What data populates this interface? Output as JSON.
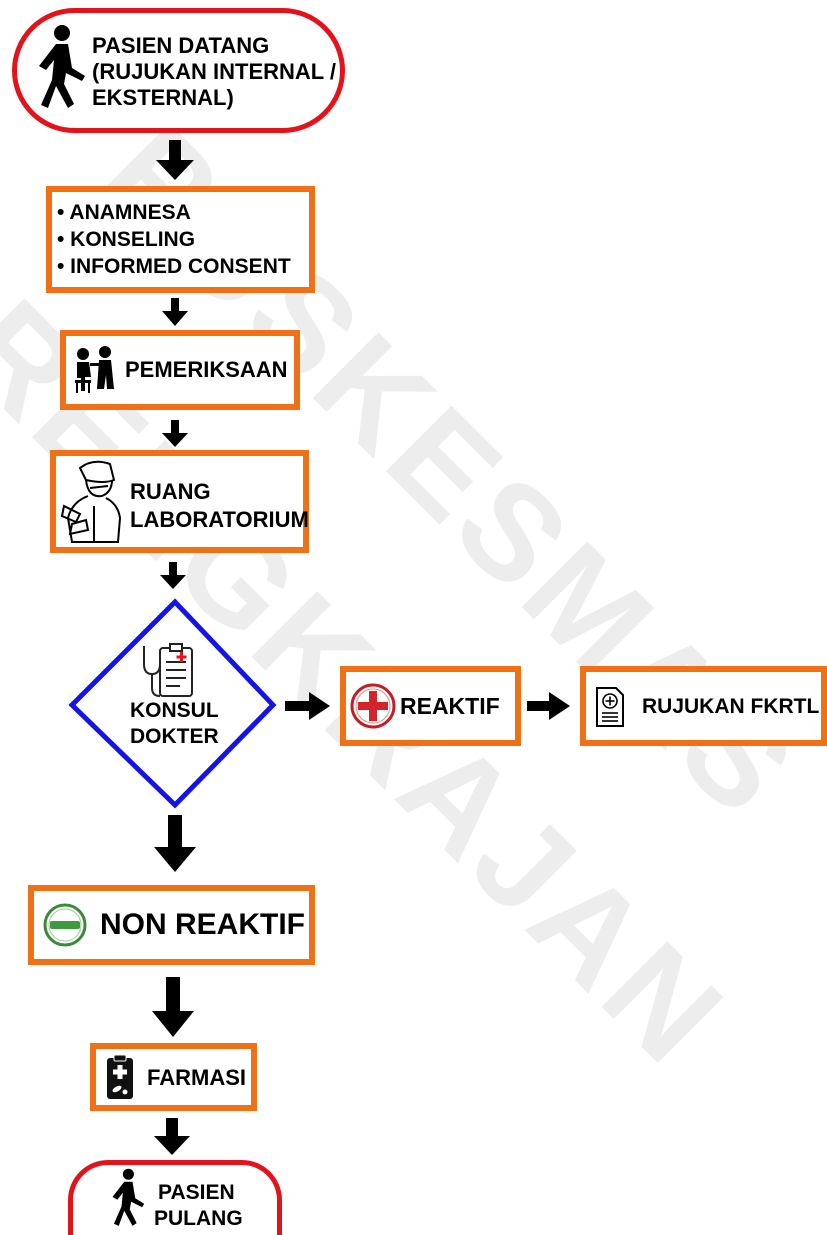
{
  "watermark": {
    "line1": "PUSKESMAS",
    "line2": "RENGKRAJAN"
  },
  "nodes": {
    "start": {
      "line1": "PASIEN DATANG",
      "line2": "(RUJUKAN INTERNAL /",
      "line3": "EKSTERNAL)"
    },
    "anamnesa": {
      "items": [
        "• ANAMNESA",
        "• KONSELING",
        "• INFORMED CONSENT"
      ]
    },
    "pemeriksaan": {
      "label": "PEMERIKSAAN"
    },
    "lab": {
      "line1": "RUANG",
      "line2": "LABORATORIUM"
    },
    "konsul": {
      "line1": "KONSUL",
      "line2": "DOKTER"
    },
    "reaktif": {
      "label": "REAKTIF"
    },
    "rujukan": {
      "label": "RUJUKAN FKRTL"
    },
    "non_reaktif": {
      "label": "NON REAKTIF"
    },
    "farmasi": {
      "label": "FARMASI"
    },
    "end": {
      "line1": "PASIEN",
      "line2": "PULANG"
    }
  },
  "colors": {
    "terminal_border": "#e3131b",
    "process_border": "#f07015",
    "decision_border": "#1414e6",
    "arrow": "#000000"
  },
  "icons": [
    "walking-person-icon",
    "exam-icon",
    "lab-scientist-icon",
    "stethoscope-clipboard-icon",
    "plus-circle-icon",
    "referral-document-icon",
    "minus-circle-icon",
    "pharmacy-clipboard-icon"
  ]
}
